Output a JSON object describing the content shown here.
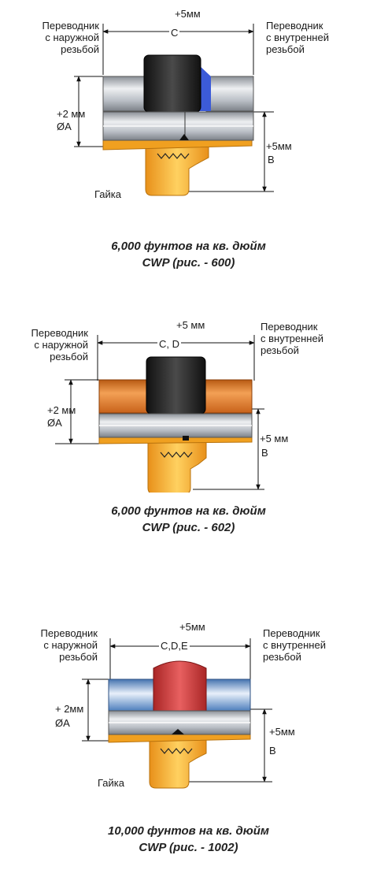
{
  "figures": [
    {
      "label_male": [
        "Переводник",
        "с наружной",
        "резьбой"
      ],
      "label_female": [
        "Переводник",
        "с внутренней",
        "резьбой"
      ],
      "tol_top": "+5мм",
      "dim_c": "C",
      "tol_a": "+2 мм",
      "dim_a": "ØA",
      "tol_b": "+5мм",
      "dim_b": "B",
      "nut_label": "Гайка",
      "caption_line1": "6,000 фунтов на кв. дюйм",
      "caption_line2": "CWP (рис. - 600)",
      "colors": {
        "subs": "#c9cdd3",
        "nut": "#f0a020",
        "cap": "#2b2b2b"
      }
    },
    {
      "label_male": [
        "Переводник",
        "с наружной",
        "резьбой"
      ],
      "label_female": [
        "Переводник",
        "с внутренней",
        "резьбой"
      ],
      "tol_top": "+5 мм",
      "dim_c": "C, D",
      "tol_a": "+2 мм",
      "dim_a": "ØA",
      "tol_b": "+5 мм",
      "dim_b": "B",
      "caption_line1": "6,000 фунтов на кв. дюйм",
      "caption_line2": "CWP (рис. - 602)",
      "colors": {
        "subs": "#e07a22",
        "nut": "#f0a020",
        "cap": "#2b2b2b"
      }
    },
    {
      "label_male": [
        "Переводник",
        "с наружной",
        "резьбой"
      ],
      "label_female": [
        "Переводник",
        "с внутренней",
        "резьбой"
      ],
      "tol_top": "+5мм",
      "dim_c": "C,D,E",
      "tol_a": "+ 2мм",
      "dim_a": "ØA",
      "tol_b": "+5мм",
      "dim_b": "B",
      "nut_label": "Гайка",
      "caption_line1": "10,000 фунтов на кв. дюйм",
      "caption_line2": "CWP (рис. - 1002)",
      "colors": {
        "subs": "#5b8cc6",
        "nut": "#f0a020",
        "cap": "#c83a3a"
      }
    }
  ]
}
